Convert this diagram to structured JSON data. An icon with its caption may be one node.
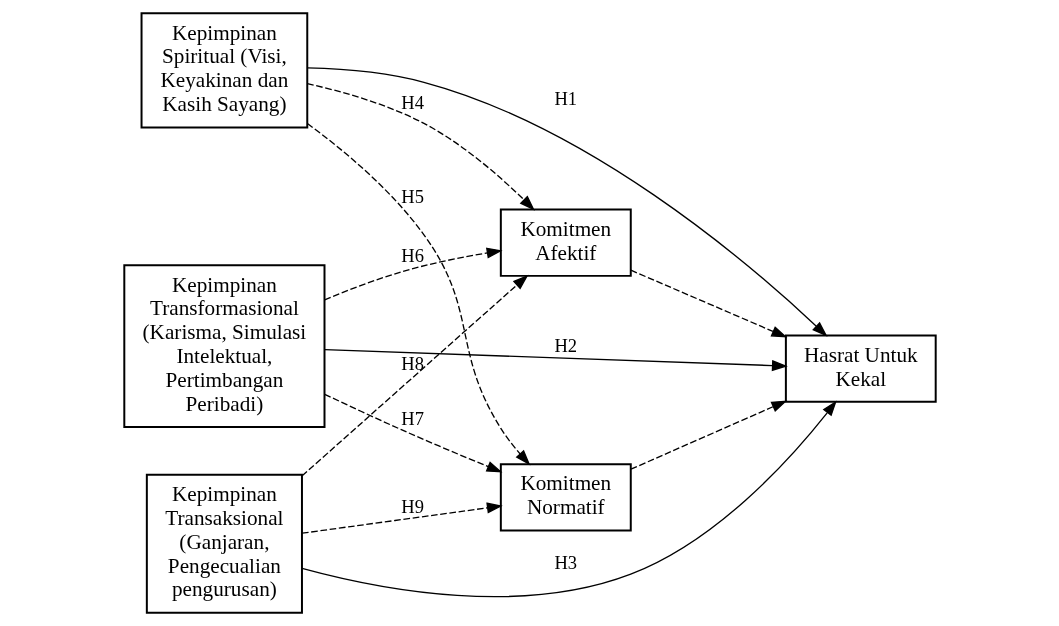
{
  "diagram": {
    "nodes": [
      {
        "text": [
          "Kepimpinan Spiritual (Visi, Keyakinan dan Kasih Sayang)"
        ]
      },
      {
        "text": [
          "Kepimpinan Transformasional (Karisma, Simulasi Intelektual, Pertimbangan Peribadi)"
        ]
      },
      {
        "text": [
          "Kepimpinan Transaksional (Ganjaran, Pengecualian pengurusan)"
        ]
      },
      {
        "text": [
          "Komitmen Afektif"
        ]
      },
      {
        "text": [
          "Komitmen Normatif"
        ]
      },
      {
        "text": [
          "Hasrat Untuk Kekal"
        ]
      }
    ],
    "edges": [
      {
        "from": 0,
        "to": 5,
        "arrow": "to",
        "label": "H1"
      },
      {
        "from": 0,
        "to": 3,
        "arrow": "to",
        "label": "H4",
        "style": "dashed"
      },
      {
        "from": 0,
        "to": 4,
        "arrow": "to",
        "label": "H5",
        "style": "dashed"
      },
      {
        "from": 1,
        "to": 3,
        "arrow": "to",
        "label": "H6",
        "style": "dashed"
      },
      {
        "from": 1,
        "to": 5,
        "arrow": "to",
        "label": "H2"
      },
      {
        "from": 1,
        "to": 4,
        "arrow": "to",
        "label": "H7",
        "style": "dashed"
      },
      {
        "from": 2,
        "to": 3,
        "arrow": "to",
        "label": "H8",
        "style": "dashed"
      },
      {
        "from": 2,
        "to": 4,
        "arrow": "to",
        "label": "H9",
        "style": "dashed"
      },
      {
        "from": 2,
        "to": 5,
        "arrow": "to",
        "label": "H3"
      },
      {
        "from": 3,
        "to": 5,
        "arrow": "to",
        "style": "dashed"
      },
      {
        "from": 4,
        "to": 5,
        "arrow": "to",
        "style": "dashed"
      }
    ]
  }
}
